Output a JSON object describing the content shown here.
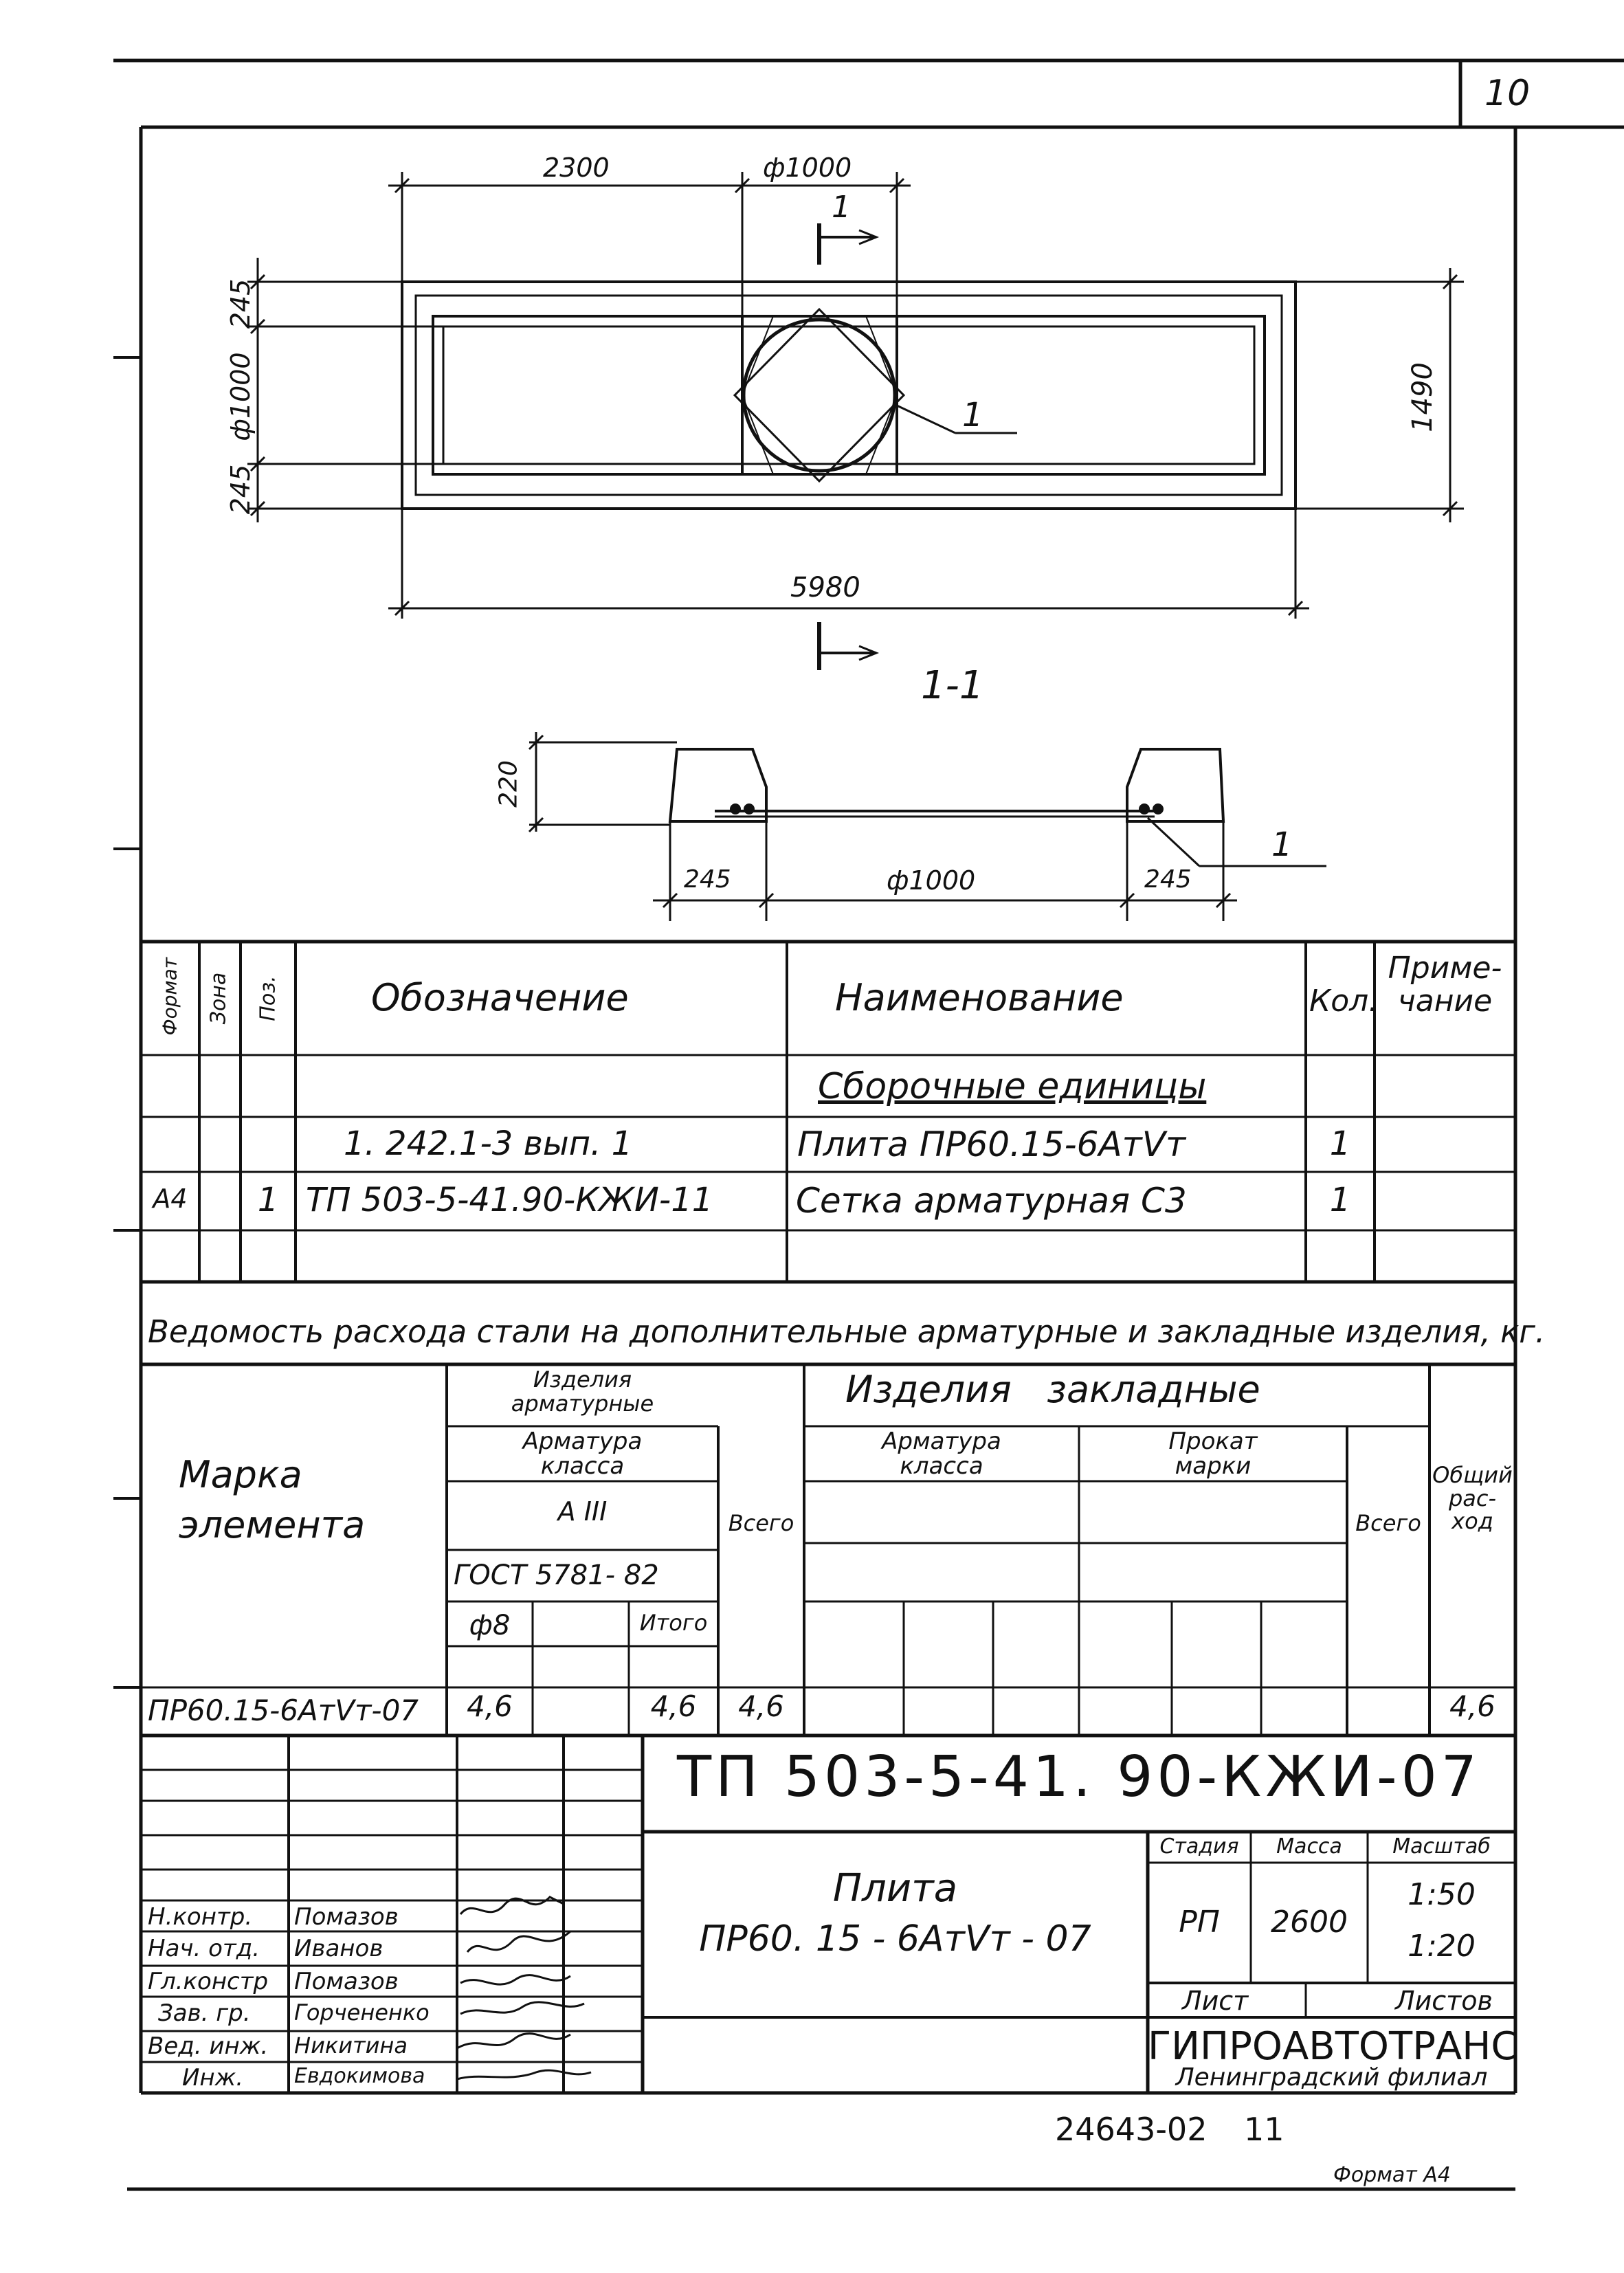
{
  "sheet": {
    "page_number": "10",
    "bottom_code": "24643-02",
    "bottom_page": "11",
    "format_label": "Формат А4"
  },
  "plan": {
    "dim_top_left": "2300",
    "dim_top_right": "ф1000",
    "dim_left_top": "245",
    "dim_left_mid": "ф1000",
    "dim_left_bottom": "245",
    "dim_right": "1490",
    "dim_bottom": "5980",
    "section_mark_top": "1",
    "callout": "1"
  },
  "section": {
    "title": "1-1",
    "dim_height": "220",
    "dim_left": "245",
    "dim_mid": "ф1000",
    "dim_right": "245",
    "callout": "1"
  },
  "spec": {
    "headers": {
      "format": "Формат",
      "zone": "Зона",
      "pos": "Поз.",
      "designation": "Обозначение",
      "name": "Наименование",
      "qty": "Кол.",
      "note": "Приме-\nчание"
    },
    "section_title": "Сборочные единицы",
    "rows": [
      {
        "format": "",
        "pos": "",
        "designation": "1. 242.1-3   вып. 1",
        "name": "Плита  ПР60.15-6АтVт",
        "qty": "1"
      },
      {
        "format": "А4",
        "pos": "1",
        "designation": "ТП 503-5-41.90-КЖИ-11",
        "name": "Сетка арматурная  С3",
        "qty": "1"
      }
    ]
  },
  "steel": {
    "title": "Ведомость расхода стали на дополнительные арматурные и закладные изделия, кг.",
    "mark_header": "Марка\nэлемента",
    "group_arm": "Изделия\nарматурные",
    "group_zakl": "Изделия   закладные",
    "arm_class": "Арматура\nкласса",
    "arm_class_value": "А III",
    "gost": "ГОСТ 5781- 82",
    "d8": "ф8",
    "itogo": "Итого",
    "vsego": "Всего",
    "zakl_arm_class": "Арматура\nкласса",
    "zakl_prokat": "Прокат\nмарки",
    "zakl_vsego": "Всего",
    "total_header": "Общий\nрас-\nход",
    "row": {
      "mark": "ПР60.15-6АтVт-07",
      "d8": "4,6",
      "itogo": "4,6",
      "vsego": "4,6",
      "total": "4,6"
    }
  },
  "title_block": {
    "code": "ТП 503-5-41. 90-КЖИ-07",
    "product_line1": "Плита",
    "product_line2": "ПР60. 15 - 6АтVт - 07",
    "stage_header": "Стадия",
    "mass_header": "Масса",
    "scale_header": "Масштаб",
    "stage": "РП",
    "mass": "2600",
    "scale1": "1:50",
    "scale2": "1:20",
    "sheet_label": "Лист",
    "sheets_label": "Листов",
    "org": "ГИПРОАВТОТРАНС",
    "branch": "Ленинградский филиал",
    "signers": [
      {
        "role": "Н.контр.",
        "name": "Помазов"
      },
      {
        "role": "Нач. отд.",
        "name": "Иванов"
      },
      {
        "role": "Гл.констр",
        "name": "Помазов"
      },
      {
        "role": "Зав. гр.",
        "name": "Горчененко"
      },
      {
        "role": "Вед. инж.",
        "name": "Никитина"
      },
      {
        "role": "Инж.",
        "name": "Евдокимова"
      }
    ]
  }
}
